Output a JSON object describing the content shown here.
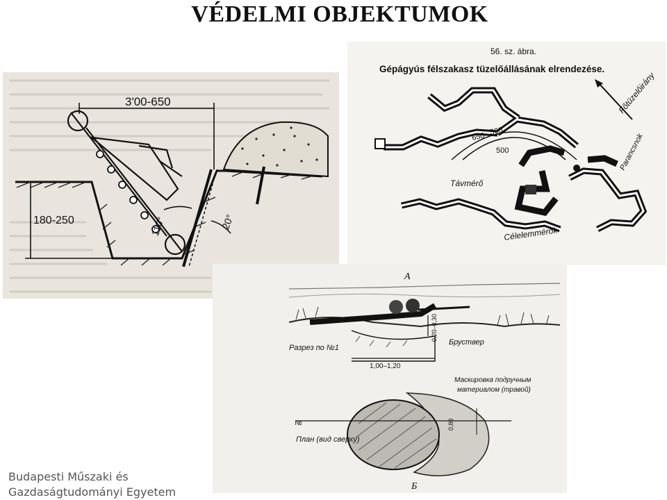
{
  "slide": {
    "title": "VÉDELMI OBJEKTUMOK",
    "footer": {
      "line1": "Budapesti Műszaki és",
      "line2": "Gazdaságtudományi Egyetem"
    }
  },
  "figure_trench": {
    "width_label": "3'00-650",
    "depth_label": "180-250",
    "angle1_label": "110°",
    "angle2_label": "20°"
  },
  "figure_plan": {
    "figure_number": "56. sz. ábra.",
    "caption": "Gépágyús félszakasz tüzelőállásának elrendezése.",
    "label_fire_direction": "Főtüzelőirány",
    "label_commander": "Parancsnok",
    "label_rangefinder": "Távmérő",
    "label_target_measurer": "Célelemmérők",
    "dim1": "650",
    "dim2": "500",
    "dim3": "500"
  },
  "figure_soviet": {
    "label_top": "А",
    "label_bottom": "Б",
    "section_label": "Разрез по №1",
    "parapet_label": "Бруствер",
    "width_label": "1,00–1,20",
    "height_label": "0,20–0,30",
    "camouflage_label_1": "Маскировка подручным",
    "camouflage_label_2": "материалом (травой)",
    "plan_label": "План (вид сверху)",
    "marker": "№",
    "depth_label": "0,80"
  }
}
